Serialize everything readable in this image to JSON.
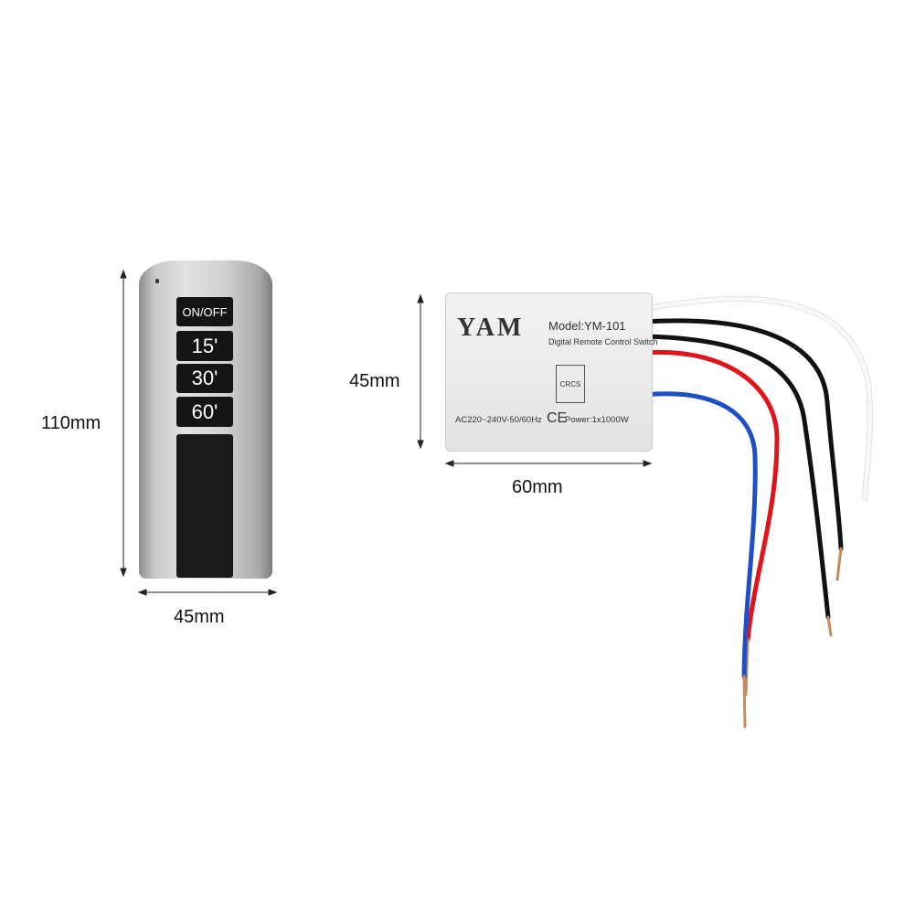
{
  "remote": {
    "buttons": [
      {
        "label": "ON/OFF"
      },
      {
        "label": "15'"
      },
      {
        "label": "30'"
      },
      {
        "label": "60'"
      }
    ],
    "height_label": "110mm",
    "width_label": "45mm"
  },
  "module": {
    "brand": "YAM",
    "model": "Model:YM-101",
    "description": "Digital Remote Control Switch",
    "chip": "CRCS",
    "voltage": "AC220~240V-50/60Hz",
    "certification": "CE",
    "power": "Power:1x1000W",
    "height_label": "45mm",
    "width_label": "60mm"
  },
  "colors": {
    "wire_white": "#f4f4f4",
    "wire_black": "#111111",
    "wire_red": "#e0141b",
    "wire_blue": "#1f4fc4",
    "copper": "#c98a5a"
  }
}
